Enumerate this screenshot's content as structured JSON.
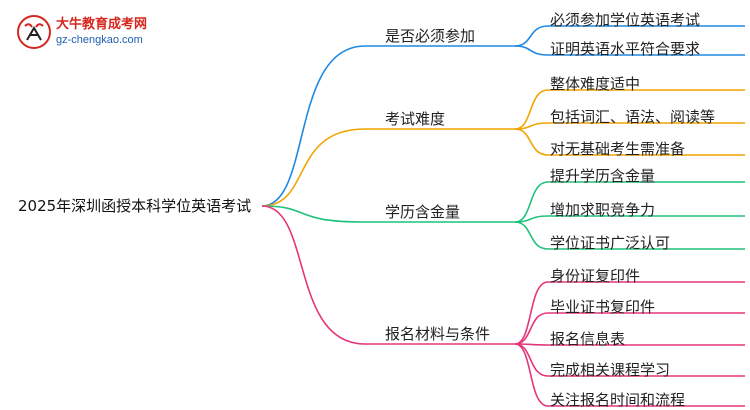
{
  "logo": {
    "name": "大牛教育成考网",
    "url": "gz-chengkao.com"
  },
  "root": "2025年深圳函授本科学位英语考试",
  "colors": {
    "blue": "#1e88e5",
    "orange": "#f0a400",
    "green": "#1ec27a",
    "pink": "#e5357a"
  },
  "branches": [
    {
      "label": "是否必须参加",
      "color": "blue",
      "leaves": [
        "必须参加学位英语考试",
        "证明英语水平符合要求"
      ]
    },
    {
      "label": "考试难度",
      "color": "orange",
      "leaves": [
        "整体难度适中",
        "包括词汇、语法、阅读等",
        "对无基础考生需准备"
      ]
    },
    {
      "label": "学历含金量",
      "color": "green",
      "leaves": [
        "提升学历含金量",
        "增加求职竞争力",
        "学位证书广泛认可"
      ]
    },
    {
      "label": "报名材料与条件",
      "color": "pink",
      "leaves": [
        "身份证复印件",
        "毕业证书复印件",
        "报名信息表",
        "完成相关课程学习",
        "关注报名时间和流程"
      ]
    }
  ]
}
